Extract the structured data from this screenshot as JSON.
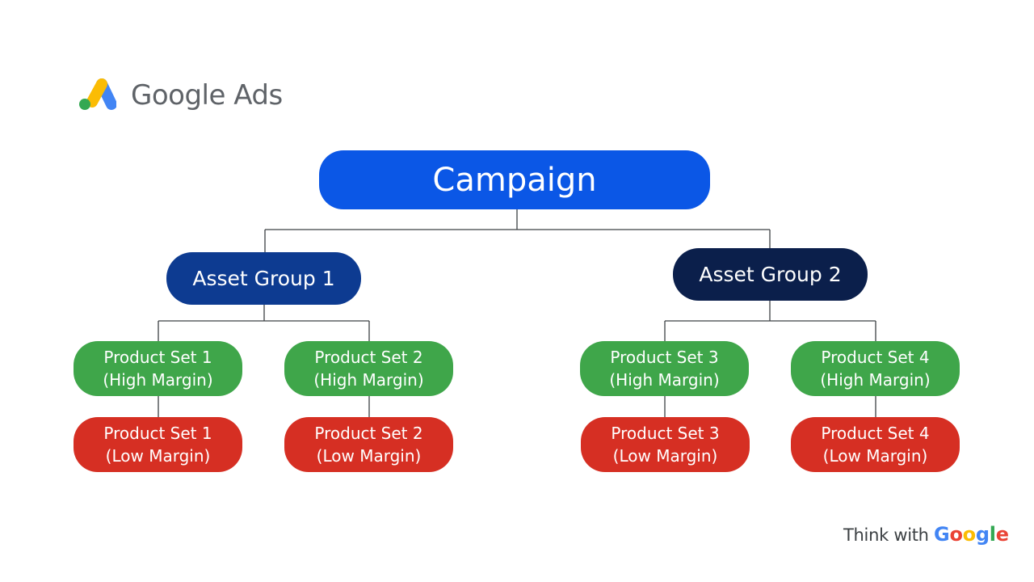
{
  "brand": {
    "name": "Google Ads",
    "icon": "google-ads-logo-icon",
    "colors": {
      "yellow": "#fbbc04",
      "blue": "#4285f4",
      "green": "#34a853"
    }
  },
  "diagram": {
    "root": {
      "label": "Campaign"
    },
    "asset_groups": [
      {
        "label": "Asset Group 1",
        "product_sets": [
          {
            "high": [
              "Product Set 1",
              "(High Margin)"
            ],
            "low": [
              "Product Set 1",
              "(Low Margin)"
            ]
          },
          {
            "high": [
              "Product Set 2",
              "(High Margin)"
            ],
            "low": [
              "Product Set 2",
              "(Low Margin)"
            ]
          }
        ]
      },
      {
        "label": "Asset Group 2",
        "product_sets": [
          {
            "high": [
              "Product Set 3",
              "(High Margin)"
            ],
            "low": [
              "Product Set 3",
              "(Low Margin)"
            ]
          },
          {
            "high": [
              "Product Set 4",
              "(High Margin)"
            ],
            "low": [
              "Product Set 4",
              "(Low Margin)"
            ]
          }
        ]
      }
    ],
    "colors": {
      "campaign": "#0b57e6",
      "asset_group_1": "#0d3b91",
      "asset_group_2": "#0b1f4b",
      "high_margin": "#3fa64a",
      "low_margin": "#d62f23",
      "connector": "#3c4043"
    }
  },
  "footer": {
    "prefix": "Think with ",
    "google_letters": [
      "G",
      "o",
      "o",
      "g",
      "l",
      "e"
    ],
    "google_colors": [
      "#4285f4",
      "#ea4335",
      "#fbbc04",
      "#4285f4",
      "#34a853",
      "#ea4335"
    ]
  }
}
